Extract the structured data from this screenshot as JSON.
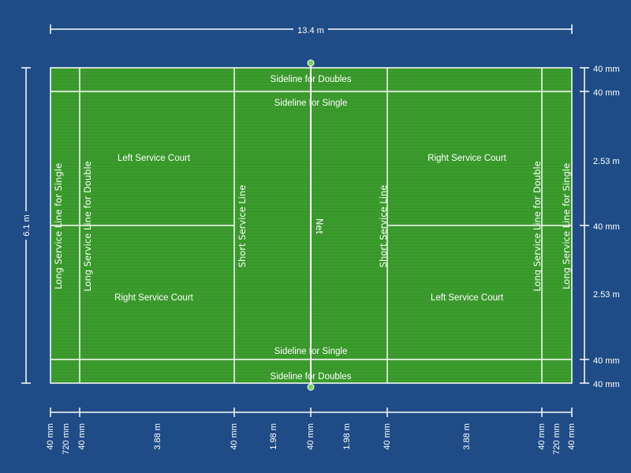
{
  "dimensions": {
    "length": "13.4 m",
    "width": "6.1 m",
    "right_side": [
      "40 mm",
      "40 mm",
      "2.53 m",
      "40 mm",
      "2.53 m",
      "40 mm",
      "40 mm"
    ],
    "bottom": [
      "40 mm",
      "720 mm",
      "40 mm",
      "3.88 m",
      "40 mm",
      "1.98 m",
      "40 mm",
      "1.98 m",
      "40 mm",
      "3.88 m",
      "40 mm",
      "720 mm",
      "40 mm"
    ]
  },
  "labels": {
    "sideline_doubles_top": "Sideline for Doubles",
    "sideline_single_top": "Sideline for Single",
    "sideline_single_bottom": "Sideline for Single",
    "sideline_doubles_bottom": "Sideline for Doubles",
    "left_service_court_left": "Left Service Court",
    "right_service_court_left": "Right Service Court",
    "right_service_court_right": "Right Service Court",
    "left_service_court_right": "Left Service Court",
    "long_service_single_left": "Long Service Line for Single",
    "long_service_double_left": "Long Service Line for Double",
    "short_service_left": "Short Service Line",
    "net": "Net",
    "short_service_right": "Short Service Line",
    "long_service_double_right": "Long Service Line for Double",
    "long_service_single_right": "Long Service Line for Single"
  },
  "colors": {
    "background": "#1f4c86",
    "court": "#3a9a2c",
    "lines": "#ffffff",
    "net_post": "#7bd05a"
  }
}
